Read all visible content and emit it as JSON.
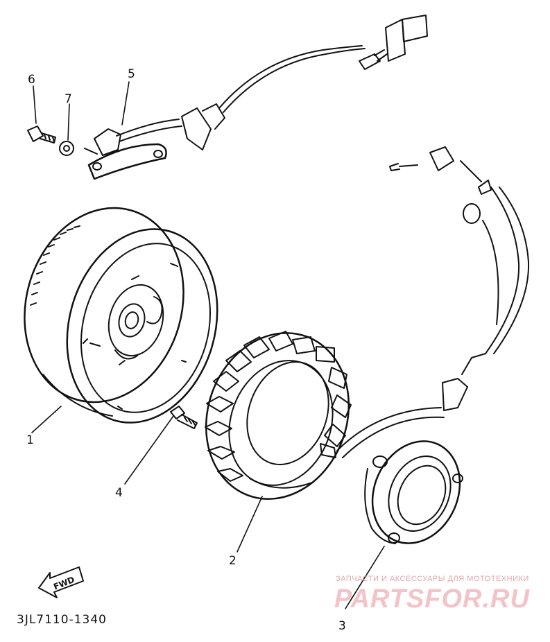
{
  "callouts": [
    "1",
    "2",
    "3",
    "4",
    "5",
    "6",
    "7"
  ],
  "fwd_label": "FWD",
  "part_code": "3JL7110-1340",
  "watermark": {
    "tagline": "ЗАПЧАСТИ И АКСЕССУАРЫ ДЛЯ МОТОТЕХНИКИ",
    "logo": "PARTSFOR.RU"
  }
}
